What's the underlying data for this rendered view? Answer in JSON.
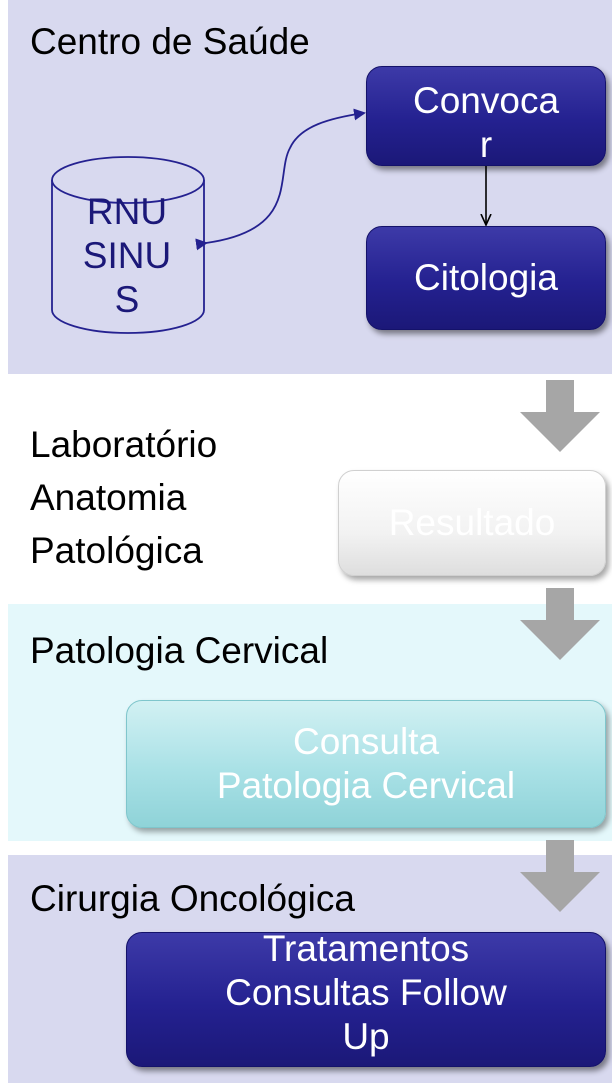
{
  "panels": {
    "centro_saude": {
      "title": "Centro de Saúde",
      "database_label": "RNU\nSINU\nS",
      "convocar_label": "Convoca\nr",
      "citologia_label": "Citologia"
    },
    "laboratorio": {
      "title": "Laboratório\nAnatomia\nPatológica",
      "resultado_label": "Resultado"
    },
    "patologia_cervical": {
      "title": "Patologia Cervical",
      "consulta_label": "Consulta\nPatologia Cervical"
    },
    "cirurgia_oncologica": {
      "title": "Cirurgia Oncológica",
      "tratamentos_label": "Tratamentos\nConsultas Follow\nUp"
    }
  },
  "colors": {
    "dark_box": "#242190",
    "panel_lavender": "#d8d9ef",
    "panel_cyan": "#e4f8fb",
    "chevron_arrow": "#a6a6a6"
  }
}
